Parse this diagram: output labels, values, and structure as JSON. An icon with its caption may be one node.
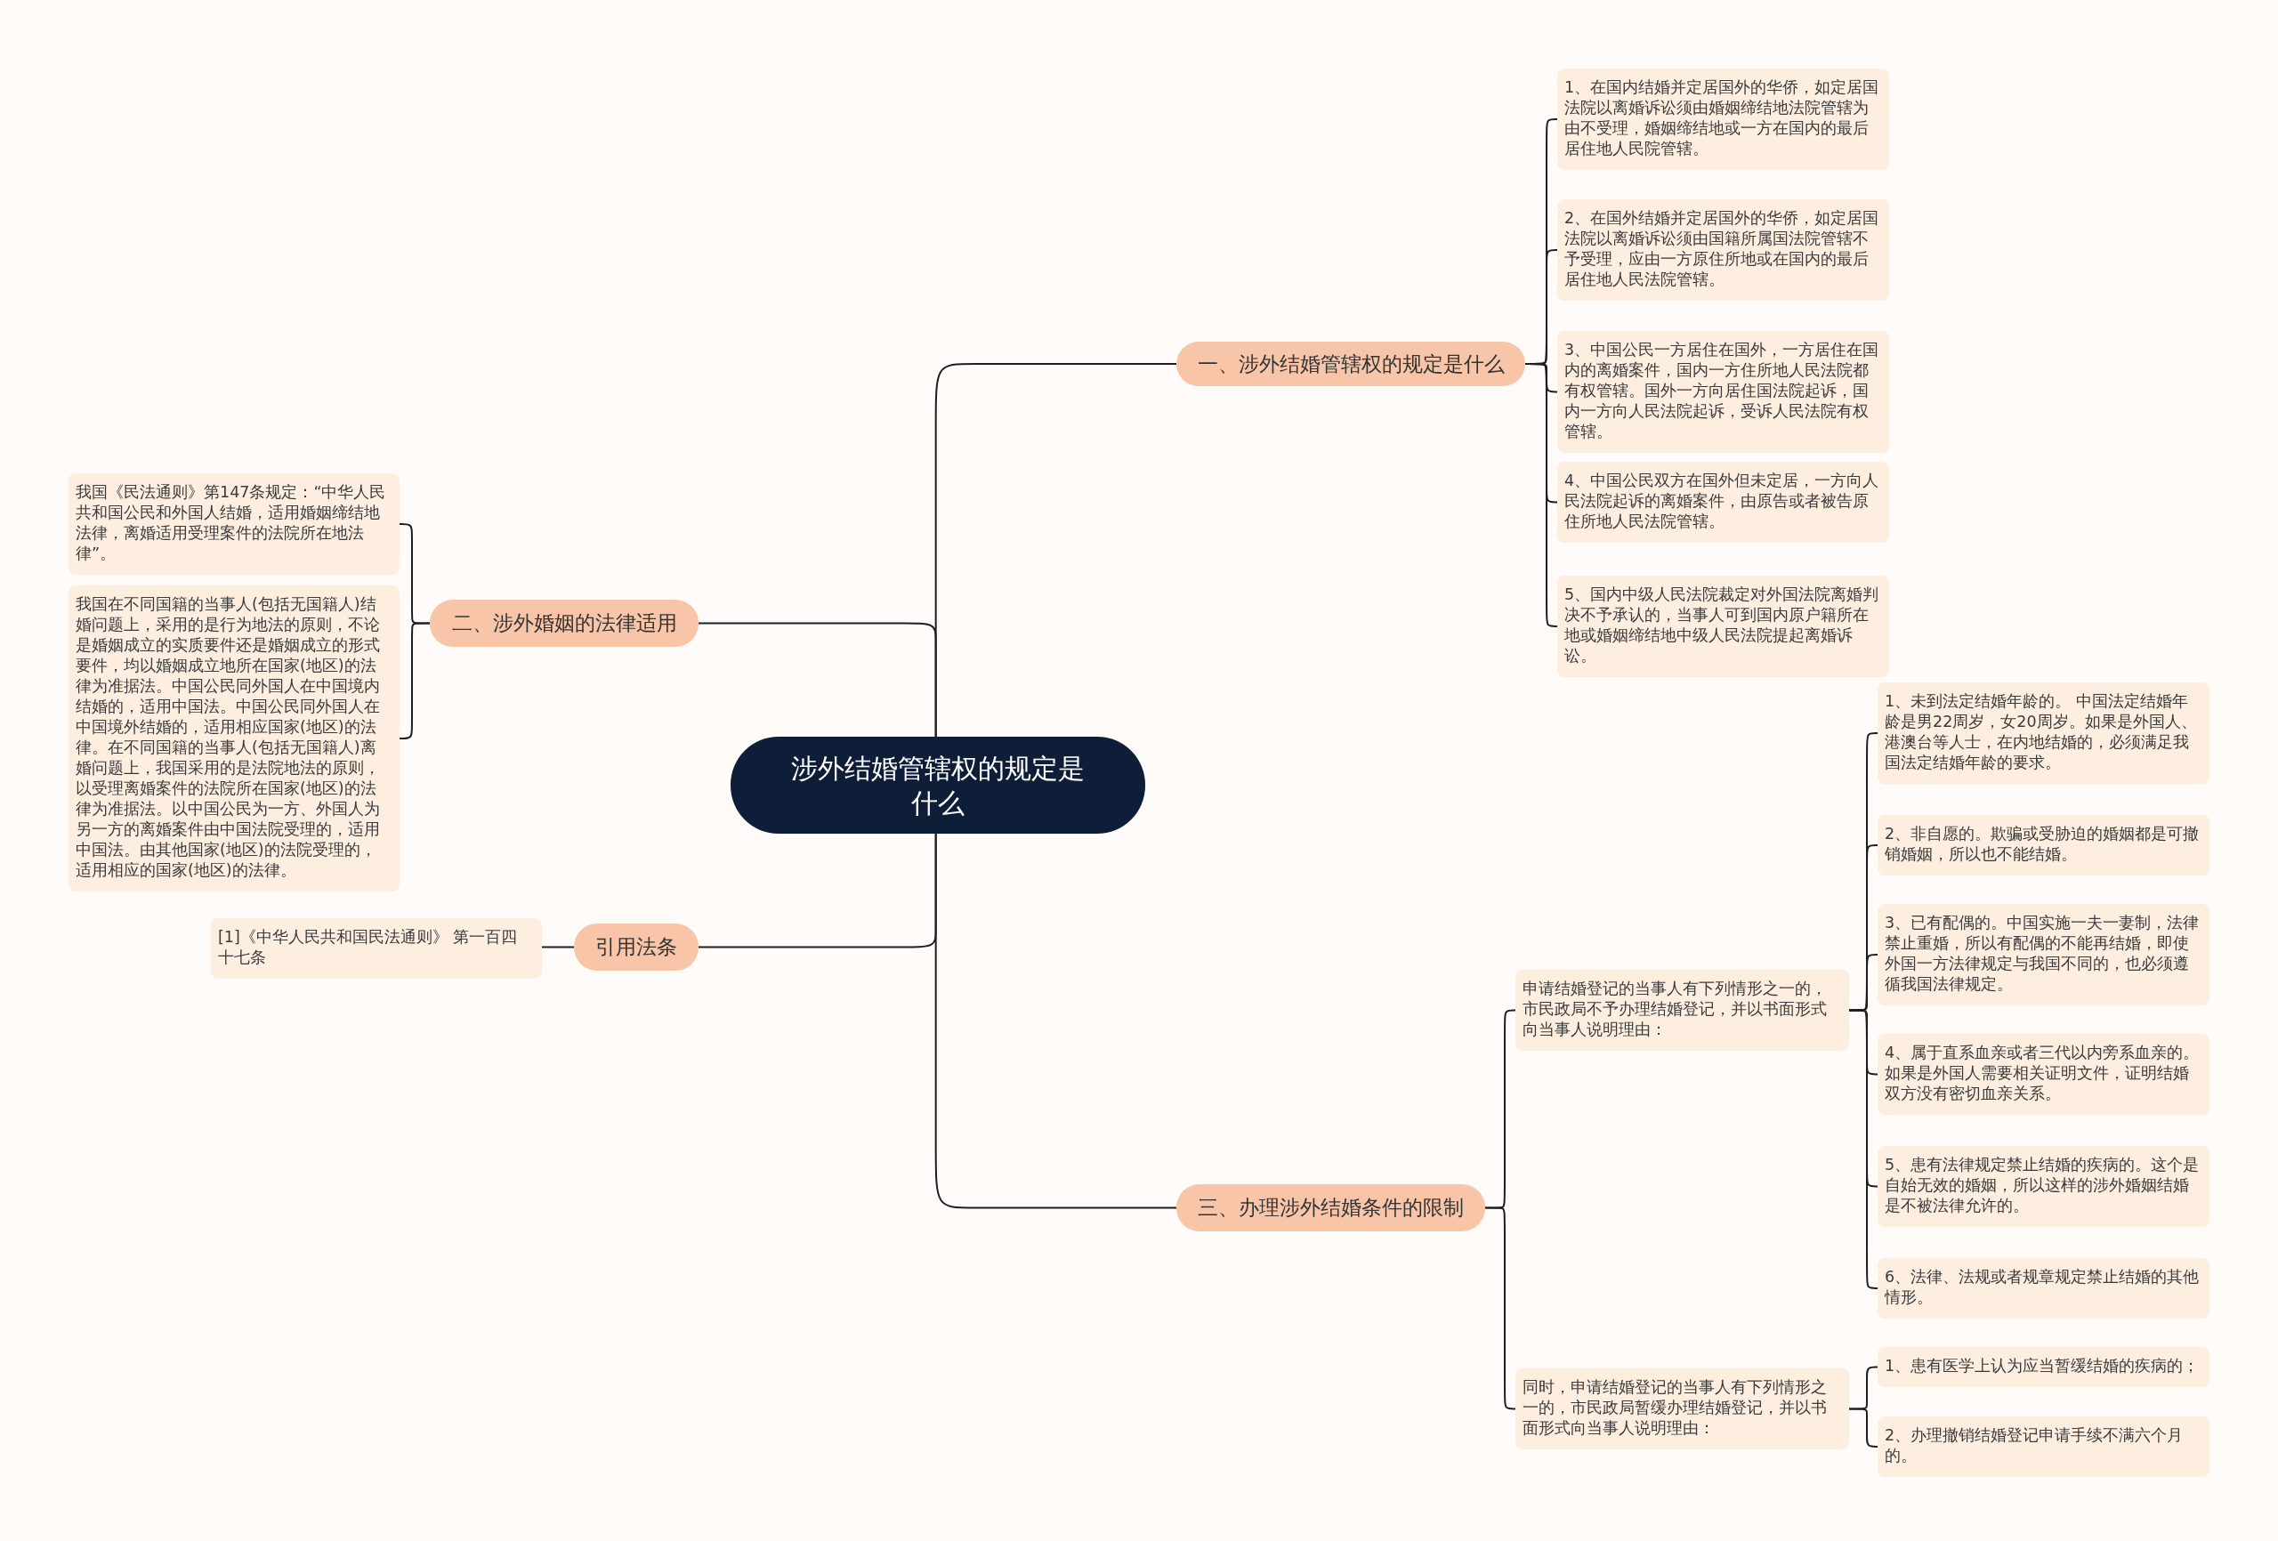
{
  "diagram": {
    "nodes": [
      {
        "text": [
          "涉外结婚管辖权的规定是什么"
        ]
      },
      {
        "text": [
          "一、涉外结婚管辖权的规定是什么"
        ]
      },
      {
        "text": [
          "1、在国内结婚并定居国外的华侨，如定居国法院以离婚诉讼须由婚姻缔结地法院管辖为由不受理，婚姻缔结地或一方在国内的最后居住地人民院管辖。"
        ]
      },
      {
        "text": [
          "2、在国外结婚并定居国外的华侨，如定居国法院以离婚诉讼须由国籍所属国法院管辖不予受理，应由一方原住所地或在国内的最后居住地人民法院管辖。"
        ]
      },
      {
        "text": [
          "3、中国公民一方居住在国外，一方居住在国内的离婚案件，国内一方住所地人民法院都有权管辖。国外一方向居住国法院起诉，国内一方向人民法院起诉，受诉人民法院有权管辖。"
        ]
      },
      {
        "text": [
          "4、中国公民双方在国外但未定居，一方向人民法院起诉的离婚案件，由原告或者被告原住所地人民法院管辖。"
        ]
      },
      {
        "text": [
          "5、国内中级人民法院裁定对外国法院离婚判决不予承认的，当事人可到国内原户籍所在地或婚姻缔结地中级人民法院提起离婚诉讼。"
        ]
      },
      {
        "text": [
          "二、涉外婚姻的法律适用"
        ]
      },
      {
        "text": [
          "我国《民法通则》第147条规定：“中华人民共和国公民和外国人结婚，适用婚姻缔结地法律，离婚适用受理案件的法院所在地法律”。"
        ]
      },
      {
        "text": [
          "我国在不同国籍的当事人(包括无国籍人)结婚问题上，采用的是行为地法的原则，不论是婚姻成立的实质要件还是婚姻成立的形式要件，均以婚姻成立地所在国家(地区)的法律为准据法。中国公民同外国人在中国境内结婚的，适用中国法。中国公民同外国人在中国境外结婚的，适用相应国家(地区)的法律。在不同国籍的当事人(包括无国籍人)离婚问题上，我国采用的是法院地法的原则，以受理离婚案件的法院所在国家(地区)的法律为准据法。以中国公民为一方、外国人为另一方的离婚案件由中国法院受理的，适用中国法。由其他国家(地区)的法院受理的，适用相应的国家(地区)的法律。"
        ]
      },
      {
        "text": [
          "引用法条"
        ]
      },
      {
        "text": [
          "[1]《中华人民共和国民法通则》 第一百四十七条"
        ]
      },
      {
        "text": [
          "三、办理涉外结婚条件的限制"
        ]
      },
      {
        "text": [
          "申请结婚登记的当事人有下列情形之一的，市民政局不予办理结婚登记，并以书面形式向当事人说明理由："
        ]
      },
      {
        "text": [
          "1、未到法定结婚年龄的。 中国法定结婚年龄是男22周岁，女20周岁。如果是外国人、港澳台等人士，在内地结婚的，必须满足我国法定结婚年龄的要求。"
        ]
      },
      {
        "text": [
          "2、非自愿的。欺骗或受胁迫的婚姻都是可撤销婚姻，所以也不能结婚。"
        ]
      },
      {
        "text": [
          "3、已有配偶的。中国实施一夫一妻制，法律禁止重婚，所以有配偶的不能再结婚，即使外国一方法律规定与我国不同的，也必须遵循我国法律规定。"
        ]
      },
      {
        "text": [
          "4、属于直系血亲或者三代以内旁系血亲的。如果是外国人需要相关证明文件，证明结婚双方没有密切血亲关系。"
        ]
      },
      {
        "text": [
          "5、患有法律规定禁止结婚的疾病的。这个是自始无效的婚姻，所以这样的涉外婚姻结婚是不被法律允许的。"
        ]
      },
      {
        "text": [
          "6、法律、法规或者规章规定禁止结婚的其他情形。"
        ]
      },
      {
        "text": [
          "同时，申请结婚登记的当事人有下列情形之一的，市民政局暂缓办理结婚登记，并以书面形式向当事人说明理由："
        ]
      },
      {
        "text": [
          "1、患有医学上认为应当暂缓结婚的疾病的；"
        ]
      },
      {
        "text": [
          "2、办理撤销结婚登记申请手续不满六个月的。"
        ]
      }
    ],
    "edges": [
      {
        "from": 0,
        "to": 1,
        "arrow": "none"
      },
      {
        "from": 1,
        "to": 2,
        "arrow": "none"
      },
      {
        "from": 1,
        "to": 3,
        "arrow": "none"
      },
      {
        "from": 1,
        "to": 4,
        "arrow": "none"
      },
      {
        "from": 1,
        "to": 5,
        "arrow": "none"
      },
      {
        "from": 1,
        "to": 6,
        "arrow": "none"
      },
      {
        "from": 0,
        "to": 7,
        "arrow": "none"
      },
      {
        "from": 7,
        "to": 8,
        "arrow": "none"
      },
      {
        "from": 7,
        "to": 9,
        "arrow": "none"
      },
      {
        "from": 0,
        "to": 10,
        "arrow": "none"
      },
      {
        "from": 10,
        "to": 11,
        "arrow": "none"
      },
      {
        "from": 0,
        "to": 12,
        "arrow": "none"
      },
      {
        "from": 12,
        "to": 13,
        "arrow": "none"
      },
      {
        "from": 13,
        "to": 14,
        "arrow": "none"
      },
      {
        "from": 13,
        "to": 15,
        "arrow": "none"
      },
      {
        "from": 13,
        "to": 16,
        "arrow": "none"
      },
      {
        "from": 13,
        "to": 17,
        "arrow": "none"
      },
      {
        "from": 13,
        "to": 18,
        "arrow": "none"
      },
      {
        "from": 13,
        "to": 19,
        "arrow": "none"
      },
      {
        "from": 12,
        "to": 20,
        "arrow": "none"
      },
      {
        "from": 20,
        "to": 21,
        "arrow": "none"
      },
      {
        "from": 20,
        "to": 22,
        "arrow": "none"
      }
    ]
  }
}
